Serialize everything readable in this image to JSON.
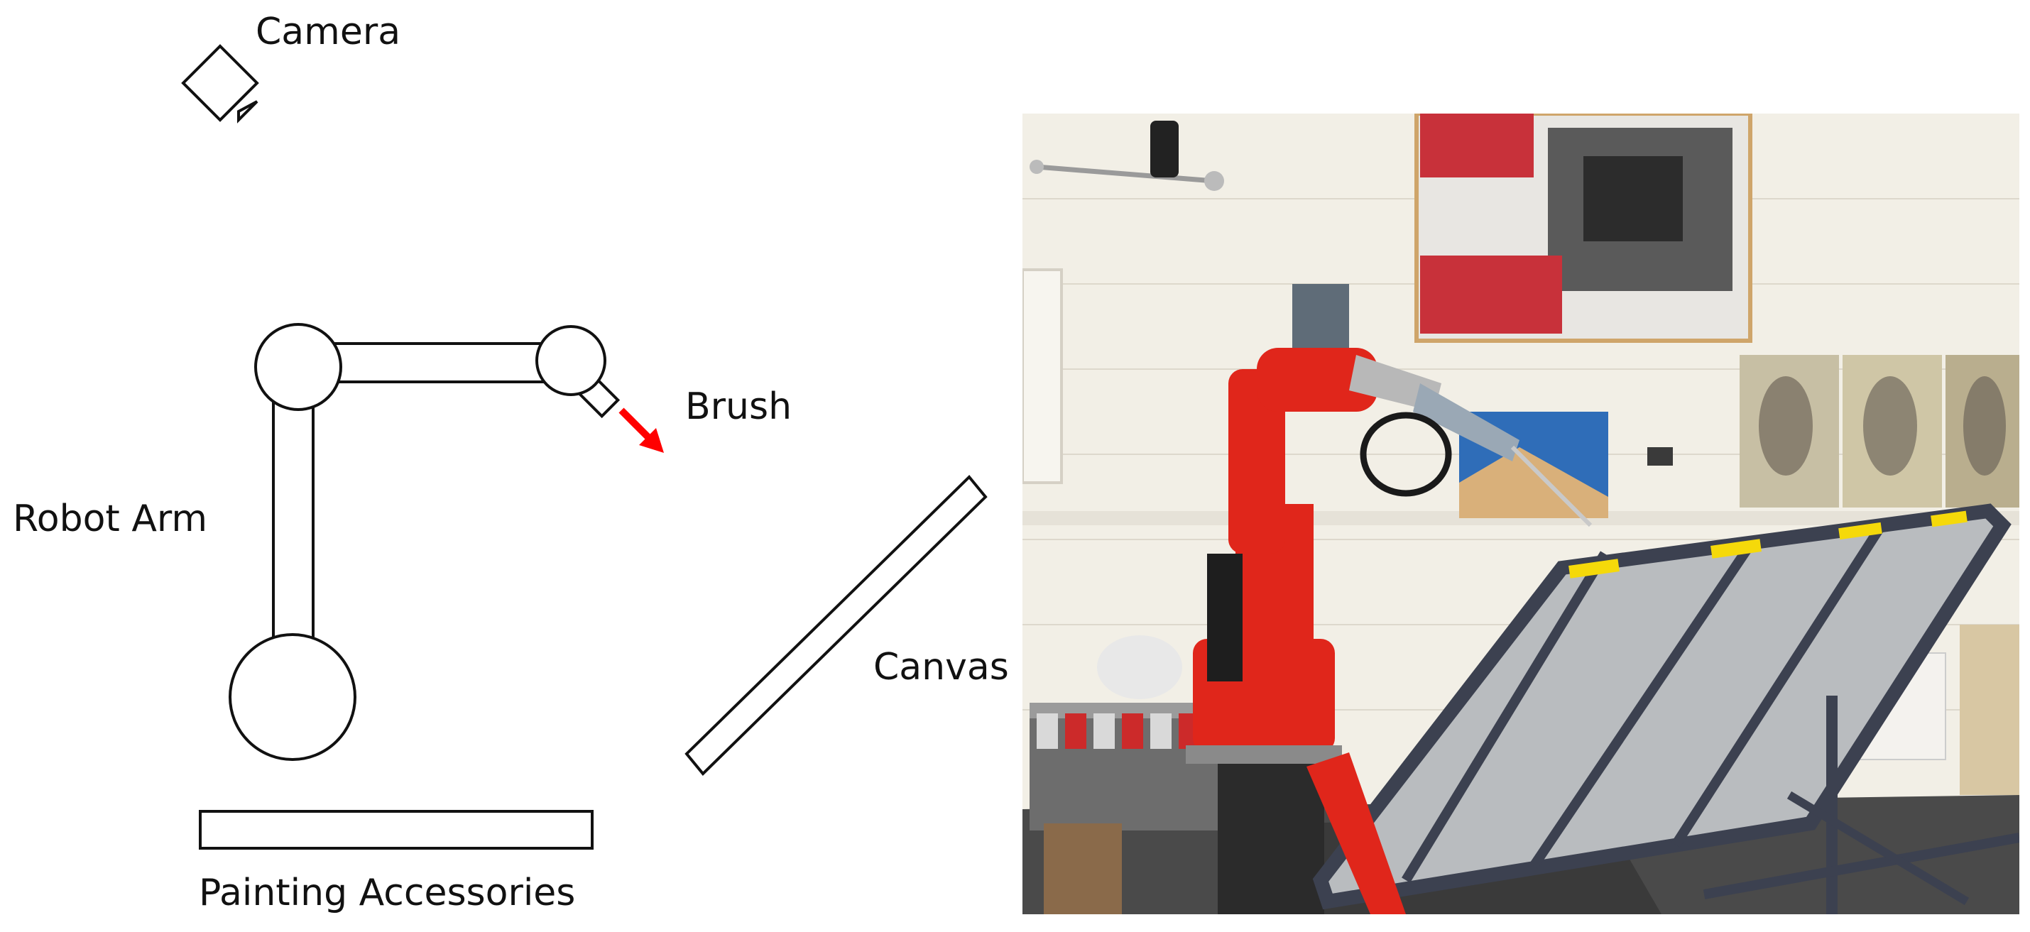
{
  "diagram": {
    "labels": {
      "camera": "Camera",
      "brush": "Brush",
      "robot_arm": "Robot Arm",
      "canvas": "Canvas",
      "painting_accessories": "Painting Accessories"
    },
    "colors": {
      "stroke": "#111111",
      "brush_arrow": "#ff0000"
    }
  },
  "photo": {
    "colors": {
      "wall": "#f2efe6",
      "robot": "#e0261b",
      "frame": "#3c4150",
      "floor": "#4a4a4a",
      "tag": "#f5d90a"
    }
  }
}
